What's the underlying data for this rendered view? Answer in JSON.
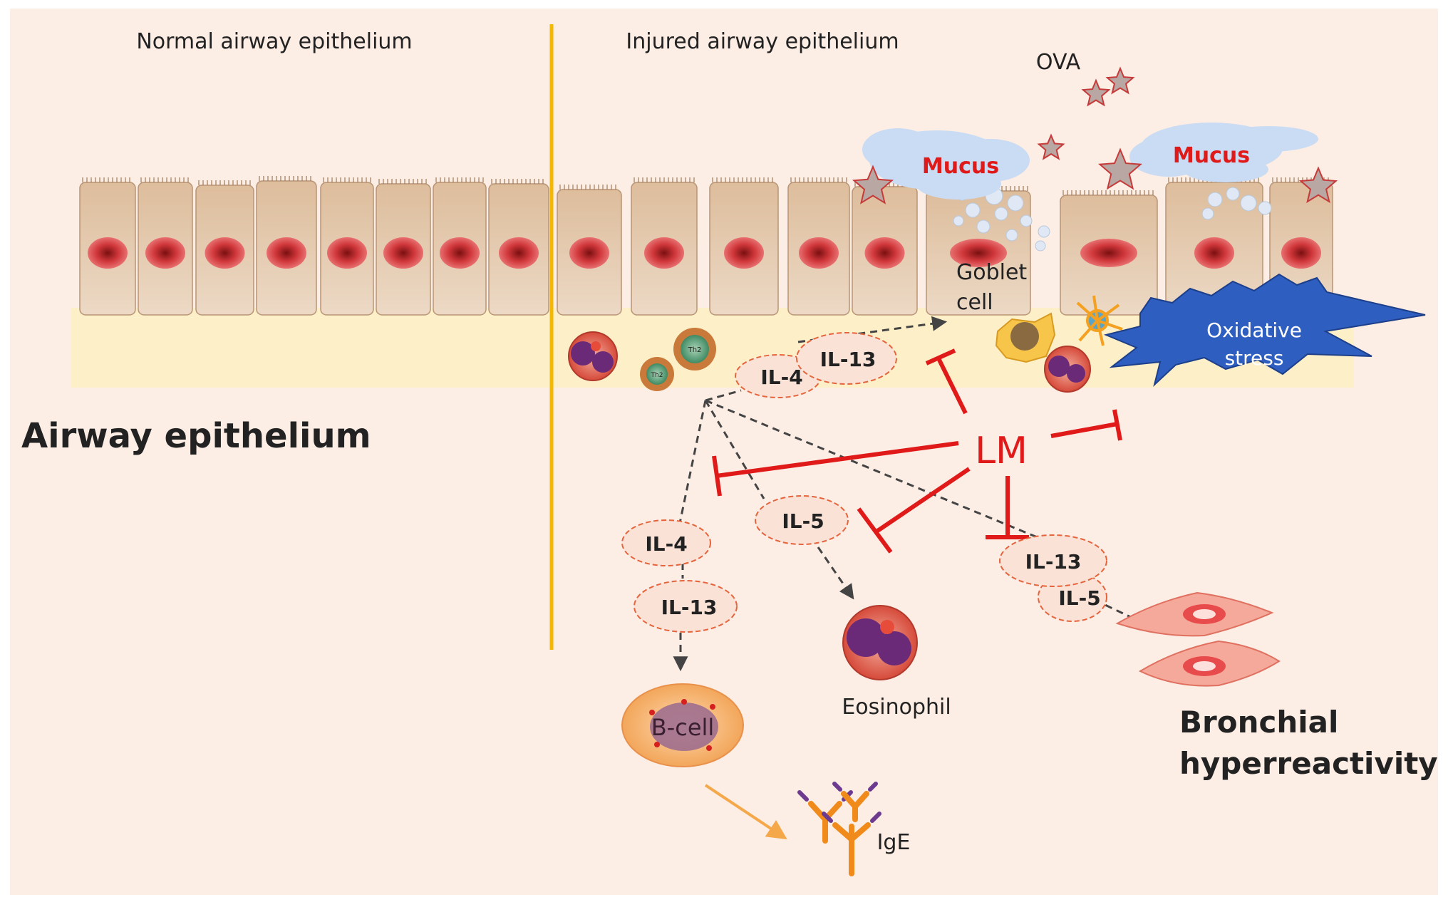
{
  "labels": {
    "normal": "Normal airway epithelium",
    "injured": "Injured airway epithelium",
    "section": "Airway epithelium",
    "ova": "OVA",
    "mucus_left": "Mucus",
    "mucus_right": "Mucus",
    "goblet_line1": "Goblet",
    "goblet_line2": "cell",
    "oxidative_line1": "Oxidative",
    "oxidative_line2": "stress",
    "lm": "LM",
    "th2_a": "Th2",
    "th2_b": "Th2",
    "b_cell": "B-cell",
    "eosinophil": "Eosinophil",
    "ige": "IgE",
    "bhr_line1": "Bronchial",
    "bhr_line2": "hyperreactivity"
  },
  "cytokines": {
    "top_il4": "IL-4",
    "top_il13": "IL-13",
    "left_il4": "IL-4",
    "left_il13": "IL-13",
    "mid_il5": "IL-5",
    "right_il13": "IL-13",
    "right_il5": "IL-5"
  },
  "colors": {
    "background": "#fcede5",
    "divider": "#f5b800",
    "inhibition": "#e01919",
    "mucus_text": "#e01919",
    "oxidative_fill": "#2e5fc0",
    "cytokine_border": "#e5643c",
    "cell_body": "#e3c8ae",
    "nucleus": "#d0373b",
    "arrow_orange": "#f5a84a"
  }
}
